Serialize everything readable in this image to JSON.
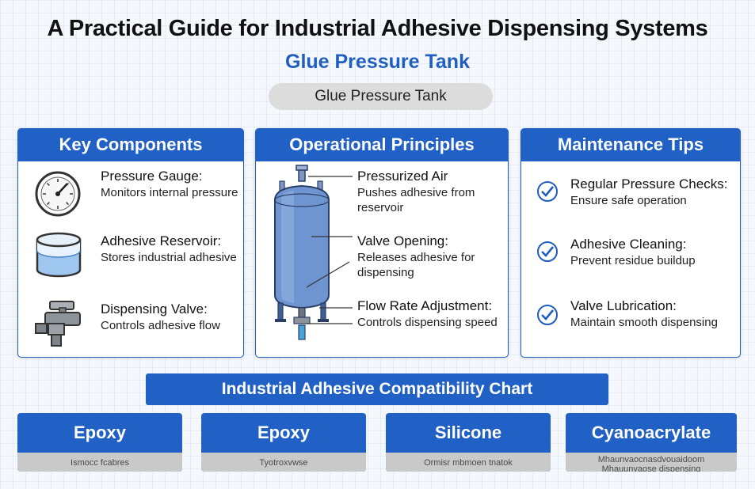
{
  "header": {
    "title": "A Practical Guide for Industrial Adhesive Dispensing Systems",
    "subtitle": "Glue Pressure Tank",
    "pill_label": "Glue Pressure Tank"
  },
  "key_components": {
    "heading": "Key Components",
    "items": [
      {
        "title": "Pressure Gauge:",
        "desc": "Monitors internal pressure",
        "icon": "pressure-gauge-icon"
      },
      {
        "title": "Adhesive Reservoir:",
        "desc": "Stores industrial adhesive",
        "icon": "reservoir-icon"
      },
      {
        "title": "Dispensing Valve:",
        "desc": "Controls adhesive flow",
        "icon": "valve-icon"
      }
    ]
  },
  "operational_principles": {
    "heading": "Operational Principles",
    "items": [
      {
        "title": "Pressurized Air",
        "desc": [
          "Pushes adhesive from",
          "reservoir"
        ]
      },
      {
        "title": "Valve Opening:",
        "desc": [
          "Releases adhesive for",
          "dispensing"
        ]
      },
      {
        "title": "Flow Rate Adjustment:",
        "desc": [
          "Controls dispensing speed"
        ]
      }
    ]
  },
  "maintenance_tips": {
    "heading": "Maintenance Tips",
    "items": [
      {
        "title": "Regular Pressure Checks:",
        "desc": "Ensure safe operation"
      },
      {
        "title": "Adhesive Cleaning:",
        "desc": "Prevent residue buildup"
      },
      {
        "title": "Valve Lubrication:",
        "desc": "Maintain smooth dispensing"
      }
    ]
  },
  "compatibility": {
    "heading": "Industrial Adhesive Compatibility Chart",
    "cards": [
      {
        "name": "Epoxy",
        "note": "Ismocc fcabres"
      },
      {
        "name": "Epoxy",
        "note": "Tyotroxvwse"
      },
      {
        "name": "Silicone",
        "note": "Ormisr mbmoen tnatok"
      },
      {
        "name": "Cyanoacrylate",
        "note": "Mhaunvaocnasdvouaidoom",
        "note2": "Mhauunvaose dispensing"
      }
    ]
  },
  "colors": {
    "accent": "#2160c4",
    "title_blue": "#1f5fbf",
    "pill_gray": "#dcdcdc",
    "card_foot_gray": "#c9c9c9"
  }
}
